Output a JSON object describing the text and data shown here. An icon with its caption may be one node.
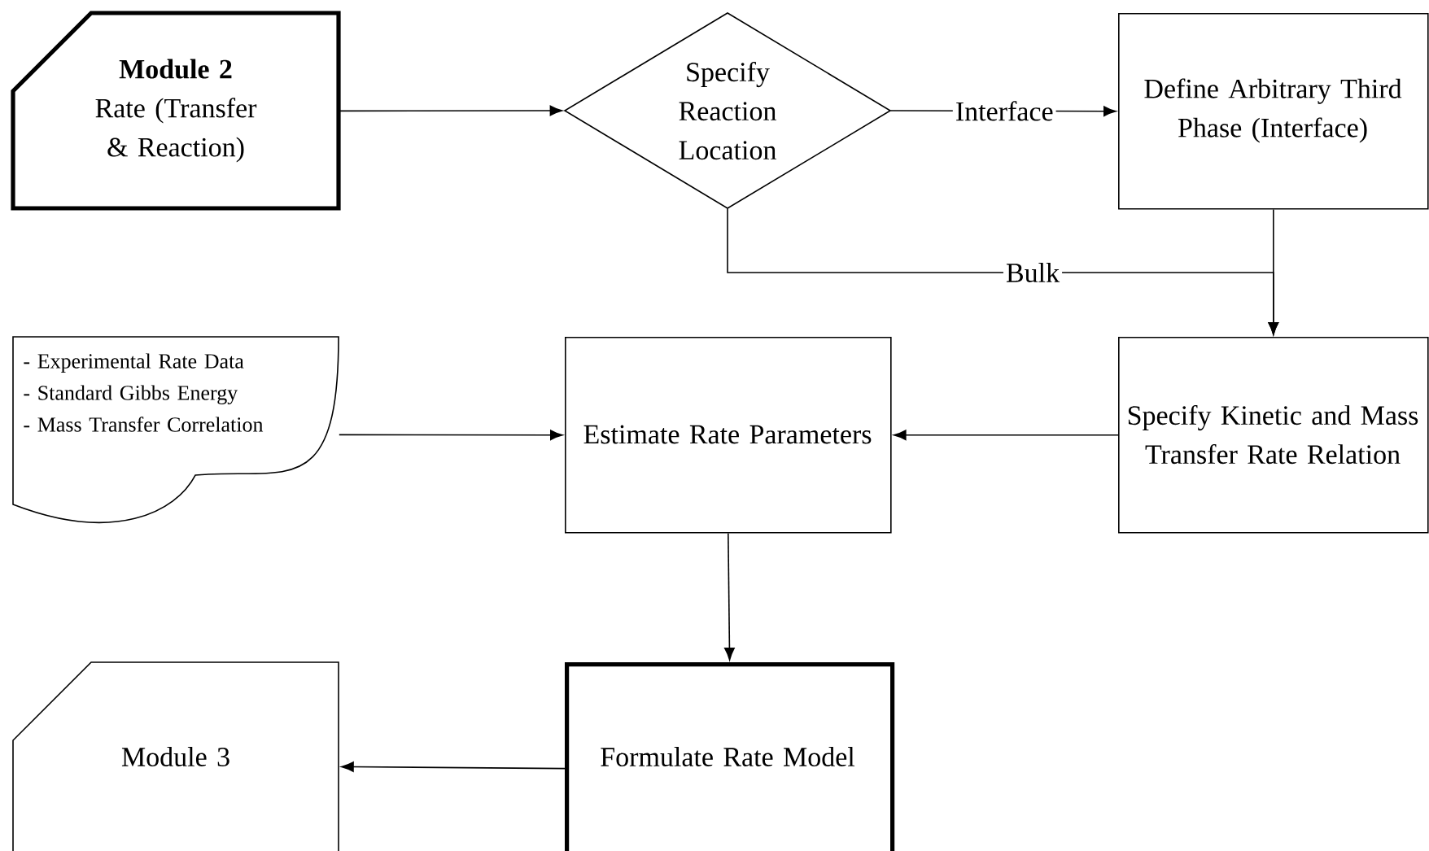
{
  "diagram": {
    "nodes": [
      {
        "text": [
          "Module 2",
          "Rate (Transfer & Reaction)"
        ]
      },
      {
        "text": [
          "Specify Reaction Location"
        ]
      },
      {
        "text": [
          "Define Arbitrary Third Phase (Interface)"
        ]
      },
      {
        "text": [
          "- Experimental Rate Data",
          "- Standard Gibbs Energy",
          "- Mass Transfer Correlation"
        ]
      },
      {
        "text": [
          "Estimate Rate Parameters"
        ]
      },
      {
        "text": [
          "Specify Kinetic and Mass Transfer Rate Relation"
        ]
      },
      {
        "text": [
          "Formulate Rate Model"
        ]
      },
      {
        "text": [
          "Module 3"
        ]
      }
    ],
    "edges": [
      {
        "from": 0,
        "to": 1,
        "arrow": "to"
      },
      {
        "from": 1,
        "to": 2,
        "arrow": "to",
        "label": "Interface"
      },
      {
        "from": 1,
        "to": 5,
        "arrow": "to",
        "label": "Bulk"
      },
      {
        "from": 2,
        "to": 5,
        "arrow": "to"
      },
      {
        "from": 3,
        "to": 4,
        "arrow": "to"
      },
      {
        "from": 5,
        "to": 4,
        "arrow": "to"
      },
      {
        "from": 4,
        "to": 6,
        "arrow": "to"
      },
      {
        "from": 6,
        "to": 7,
        "arrow": "to"
      }
    ]
  }
}
